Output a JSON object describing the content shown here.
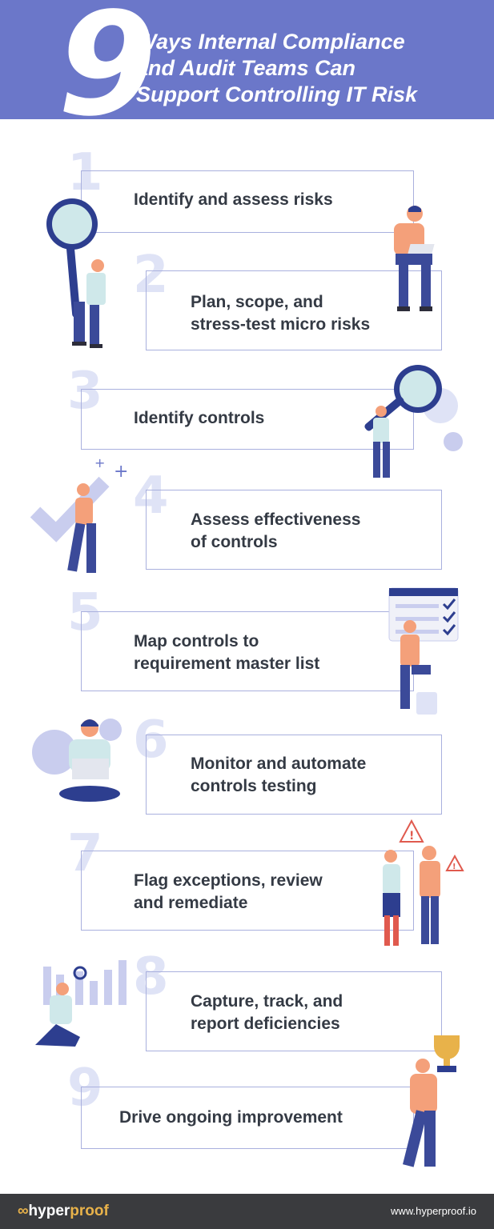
{
  "header": {
    "big_number": "9",
    "title_lines": [
      "Ways Internal Compliance",
      "and Audit Teams Can",
      "Support Controlling IT Risk"
    ]
  },
  "steps": [
    {
      "number": "1",
      "lines": [
        "Identify and assess risks"
      ]
    },
    {
      "number": "2",
      "lines": [
        "Plan, scope, and",
        "stress-test micro risks"
      ]
    },
    {
      "number": "3",
      "lines": [
        "Identify controls"
      ]
    },
    {
      "number": "4",
      "lines": [
        "Assess effectiveness",
        "of controls"
      ]
    },
    {
      "number": "5",
      "lines": [
        "Map controls to",
        "requirement master list"
      ]
    },
    {
      "number": "6",
      "lines": [
        "Monitor and automate",
        "controls testing"
      ]
    },
    {
      "number": "7",
      "lines": [
        "Flag exceptions, review",
        "and remediate"
      ]
    },
    {
      "number": "8",
      "lines": [
        "Capture, track, and",
        "report deficiencies"
      ]
    },
    {
      "number": "9",
      "lines": [
        "Drive ongoing improvement"
      ]
    }
  ],
  "footer": {
    "logo_prefix": "hyper",
    "logo_suffix": "proof",
    "website": "www.hyperproof.io"
  },
  "colors": {
    "header": "#6b77c9",
    "footer": "#3a3b3e",
    "box_border": "#a9b0de",
    "number": "#dfe3f6",
    "text": "#343a44",
    "accent": "#e8b24a"
  }
}
